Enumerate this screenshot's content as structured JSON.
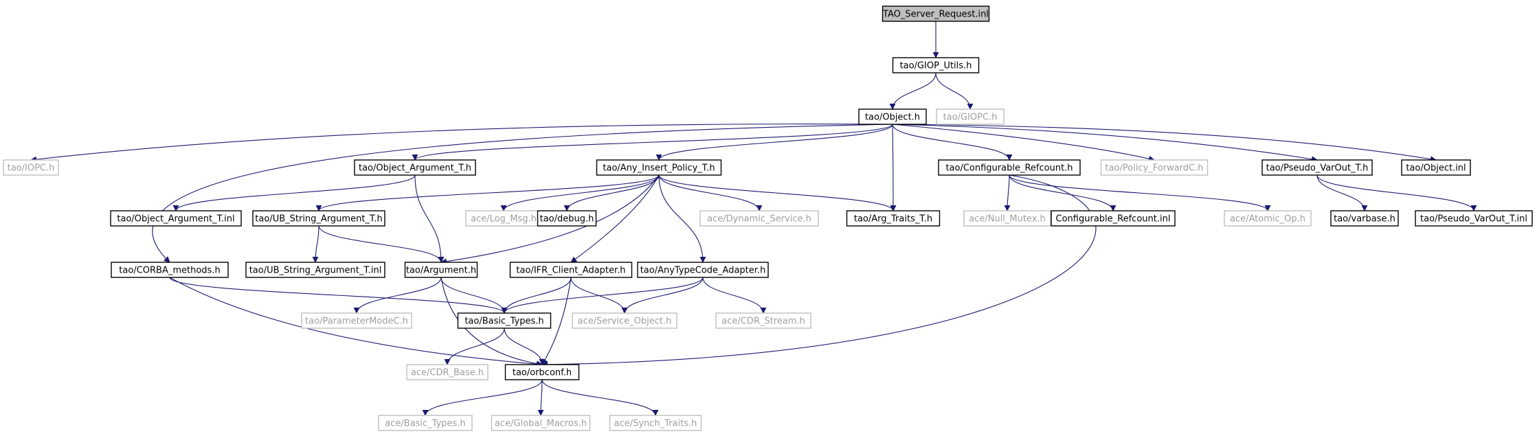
{
  "graph": {
    "colors": {
      "edge": "#191970",
      "documented_border": "#000000",
      "undocumented_border": "#bfbfbf",
      "undocumented_text": "#9e9e9e",
      "root_fill": "#bfbfbf"
    },
    "nodes": [
      {
        "id": "root",
        "label": "TAO_Server_Request.inl",
        "style": "root"
      },
      {
        "id": "giop_utils",
        "label": "tao/GIOP_Utils.h",
        "style": "doc"
      },
      {
        "id": "object_h",
        "label": "tao/Object.h",
        "style": "doc"
      },
      {
        "id": "giopc",
        "label": "tao/GIOPC.h",
        "style": "nodoc"
      },
      {
        "id": "iopc",
        "label": "tao/IOPC.h",
        "style": "nodoc"
      },
      {
        "id": "obj_arg_t",
        "label": "tao/Object_Argument_T.h",
        "style": "doc"
      },
      {
        "id": "any_insert",
        "label": "tao/Any_Insert_Policy_T.h",
        "style": "doc"
      },
      {
        "id": "conf_refcount",
        "label": "tao/Configurable_Refcount.h",
        "style": "doc"
      },
      {
        "id": "policy_fwd",
        "label": "tao/Policy_ForwardC.h",
        "style": "nodoc"
      },
      {
        "id": "pseudo_varout",
        "label": "tao/Pseudo_VarOut_T.h",
        "style": "doc"
      },
      {
        "id": "object_inl",
        "label": "tao/Object.inl",
        "style": "doc"
      },
      {
        "id": "obj_arg_t_inl",
        "label": "tao/Object_Argument_T.inl",
        "style": "doc"
      },
      {
        "id": "ub_string",
        "label": "tao/UB_String_Argument_T.h",
        "style": "doc"
      },
      {
        "id": "log_msg",
        "label": "ace/Log_Msg.h",
        "style": "nodoc"
      },
      {
        "id": "debug",
        "label": "tao/debug.h",
        "style": "doc"
      },
      {
        "id": "dyn_service",
        "label": "ace/Dynamic_Service.h",
        "style": "nodoc"
      },
      {
        "id": "arg_traits",
        "label": "tao/Arg_Traits_T.h",
        "style": "doc"
      },
      {
        "id": "null_mutex",
        "label": "ace/Null_Mutex.h",
        "style": "nodoc"
      },
      {
        "id": "conf_refcount_inl",
        "label": "Configurable_Refcount.inl",
        "style": "doc"
      },
      {
        "id": "atomic_op",
        "label": "ace/Atomic_Op.h",
        "style": "nodoc"
      },
      {
        "id": "varbase",
        "label": "tao/varbase.h",
        "style": "doc"
      },
      {
        "id": "pseudo_varout_inl",
        "label": "tao/Pseudo_VarOut_T.inl",
        "style": "doc"
      },
      {
        "id": "corba_methods",
        "label": "tao/CORBA_methods.h",
        "style": "doc"
      },
      {
        "id": "ub_string_inl",
        "label": "tao/UB_String_Argument_T.inl",
        "style": "doc"
      },
      {
        "id": "argument",
        "label": "tao/Argument.h",
        "style": "doc"
      },
      {
        "id": "ifr_client",
        "label": "tao/IFR_Client_Adapter.h",
        "style": "doc"
      },
      {
        "id": "anytypecode",
        "label": "tao/AnyTypeCode_Adapter.h",
        "style": "doc"
      },
      {
        "id": "param_mode",
        "label": "tao/ParameterModeC.h",
        "style": "nodoc"
      },
      {
        "id": "basic_types",
        "label": "tao/Basic_Types.h",
        "style": "doc"
      },
      {
        "id": "service_obj",
        "label": "ace/Service_Object.h",
        "style": "nodoc"
      },
      {
        "id": "cdr_stream",
        "label": "ace/CDR_Stream.h",
        "style": "nodoc"
      },
      {
        "id": "cdr_base",
        "label": "ace/CDR_Base.h",
        "style": "nodoc"
      },
      {
        "id": "orbconf",
        "label": "tao/orbconf.h",
        "style": "doc"
      },
      {
        "id": "ace_basic_types",
        "label": "ace/Basic_Types.h",
        "style": "nodoc"
      },
      {
        "id": "global_macros",
        "label": "ace/Global_Macros.h",
        "style": "nodoc"
      },
      {
        "id": "synch_traits",
        "label": "ace/Synch_Traits.h",
        "style": "nodoc"
      }
    ],
    "edges": [
      [
        "root",
        "giop_utils"
      ],
      [
        "giop_utils",
        "object_h"
      ],
      [
        "giop_utils",
        "giopc"
      ],
      [
        "object_h",
        "iopc"
      ],
      [
        "object_h",
        "obj_arg_t"
      ],
      [
        "object_h",
        "any_insert"
      ],
      [
        "object_h",
        "conf_refcount"
      ],
      [
        "object_h",
        "policy_fwd"
      ],
      [
        "object_h",
        "pseudo_varout"
      ],
      [
        "object_h",
        "object_inl"
      ],
      [
        "object_h",
        "arg_traits"
      ],
      [
        "object_h",
        "corba_methods"
      ],
      [
        "obj_arg_t",
        "obj_arg_t_inl"
      ],
      [
        "obj_arg_t",
        "argument"
      ],
      [
        "any_insert",
        "ub_string"
      ],
      [
        "any_insert",
        "log_msg"
      ],
      [
        "any_insert",
        "debug"
      ],
      [
        "any_insert",
        "dyn_service"
      ],
      [
        "any_insert",
        "arg_traits"
      ],
      [
        "any_insert",
        "argument"
      ],
      [
        "any_insert",
        "ifr_client"
      ],
      [
        "any_insert",
        "anytypecode"
      ],
      [
        "conf_refcount",
        "null_mutex"
      ],
      [
        "conf_refcount",
        "conf_refcount_inl"
      ],
      [
        "conf_refcount",
        "atomic_op"
      ],
      [
        "conf_refcount",
        "orbconf"
      ],
      [
        "pseudo_varout",
        "varbase"
      ],
      [
        "pseudo_varout",
        "pseudo_varout_inl"
      ],
      [
        "ub_string",
        "ub_string_inl"
      ],
      [
        "ub_string",
        "argument"
      ],
      [
        "corba_methods",
        "basic_types"
      ],
      [
        "corba_methods",
        "orbconf"
      ],
      [
        "argument",
        "param_mode"
      ],
      [
        "argument",
        "basic_types"
      ],
      [
        "argument",
        "orbconf"
      ],
      [
        "ifr_client",
        "basic_types"
      ],
      [
        "ifr_client",
        "service_obj"
      ],
      [
        "ifr_client",
        "orbconf"
      ],
      [
        "anytypecode",
        "basic_types"
      ],
      [
        "anytypecode",
        "service_obj"
      ],
      [
        "anytypecode",
        "cdr_stream"
      ],
      [
        "basic_types",
        "cdr_base"
      ],
      [
        "basic_types",
        "orbconf"
      ],
      [
        "orbconf",
        "ace_basic_types"
      ],
      [
        "orbconf",
        "global_macros"
      ],
      [
        "orbconf",
        "synch_traits"
      ]
    ]
  }
}
